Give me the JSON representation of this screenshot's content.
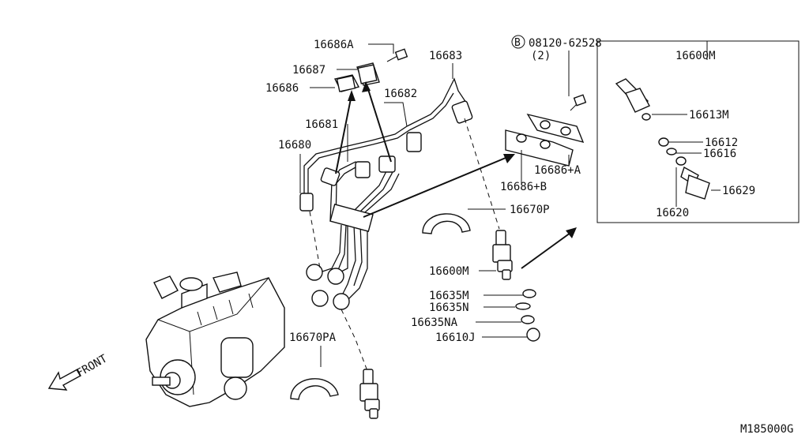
{
  "diagram": {
    "code": "M185000G",
    "front_label": "FRONT",
    "bolt_symbol": "B",
    "bolt_number": "08120-62528",
    "bolt_qty": "(2)",
    "box_title": "16600M",
    "parts": {
      "p16686A": "16686A",
      "p16687": "16687",
      "p16686": "16686",
      "p16683": "16683",
      "p16682": "16682",
      "p16681": "16681",
      "p16680": "16680",
      "p16686pA": "16686+A",
      "p16686pB": "16686+B",
      "p16670P": "16670P",
      "p16600M": "16600M",
      "p16635M": "16635M",
      "p16635N": "16635N",
      "p16635NA": "16635NA",
      "p16610J": "16610J",
      "p16670PA": "16670PA",
      "p16613M": "16613M",
      "p16612": "16612",
      "p16616": "16616",
      "p16629": "16629",
      "p16620": "16620"
    }
  }
}
